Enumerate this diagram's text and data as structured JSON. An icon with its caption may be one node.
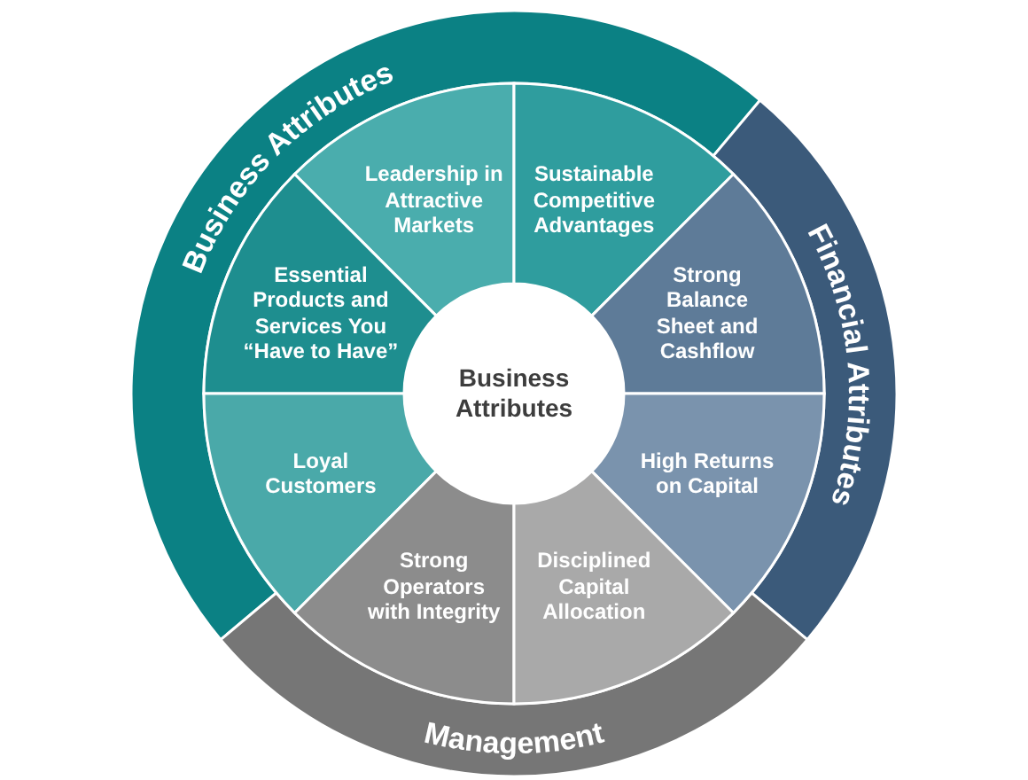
{
  "diagram": {
    "nodes": [
      {
        "text": [
          "Business Attributes"
        ]
      },
      {
        "text": [
          "Leadership in Attractive Markets"
        ]
      },
      {
        "text": [
          "Sustainable Competitive Advantages"
        ]
      },
      {
        "text": [
          "Financial Attributes"
        ]
      },
      {
        "text": [
          "Essential Products and Services You “Have to Have”"
        ]
      },
      {
        "text": [
          "Strong Balance Sheet and Cashflow"
        ]
      },
      {
        "text": [
          "Business Attributes"
        ]
      },
      {
        "text": [
          "Loyal Customers"
        ]
      },
      {
        "text": [
          "High Returns on Capital"
        ]
      },
      {
        "text": [
          "Strong Operators with Integrity"
        ]
      },
      {
        "text": [
          "Disciplined Capital Allocation"
        ]
      },
      {
        "text": [
          "Management"
        ]
      }
    ]
  }
}
